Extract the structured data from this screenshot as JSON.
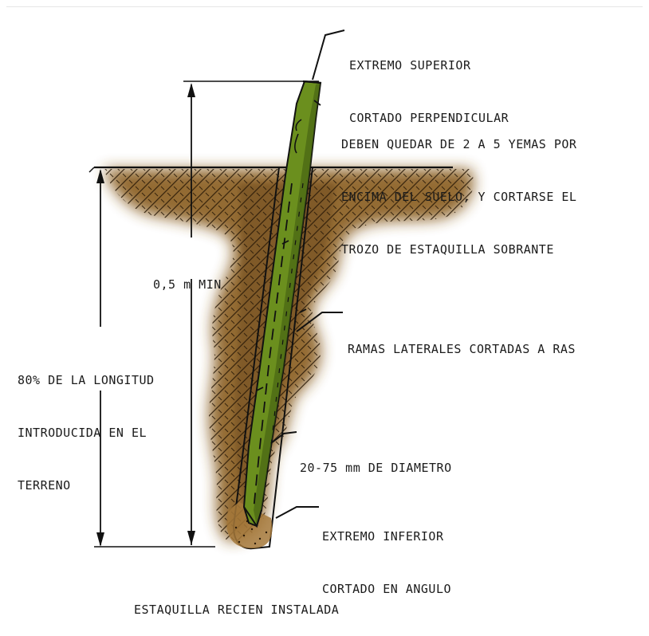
{
  "colors": {
    "soil": "#8a5f22",
    "soil_dark": "#5e3e12",
    "stake": "#6b8f1e",
    "stake_dark": "#3e5a10",
    "ink": "#1a1a1a",
    "background": "#ffffff"
  },
  "labels": {
    "top_end": [
      "EXTREMO SUPERIOR",
      "CORTADO PERPENDICULAR"
    ],
    "buds": [
      "DEBEN QUEDAR DE 2 A 5 YEMAS POR",
      "ENCIMA DEL SUELO, Y CORTARSE EL",
      "TROZO DE ESTAQUILLA SOBRANTE"
    ],
    "min_length": "0,5 m MIN",
    "lateral_branches": "RAMAS LATERALES CORTADAS A RAS",
    "buried_fraction": [
      "80% DE LA LONGITUD",
      "INTRODUCIDA EN EL",
      "TERRENO"
    ],
    "diameter": "20-75 mm DE DIAMETRO",
    "bottom_end": [
      "EXTREMO INFERIOR",
      "CORTADO EN ANGULO"
    ],
    "caption": "ESTAQUILLA RECIEN INSTALADA"
  }
}
